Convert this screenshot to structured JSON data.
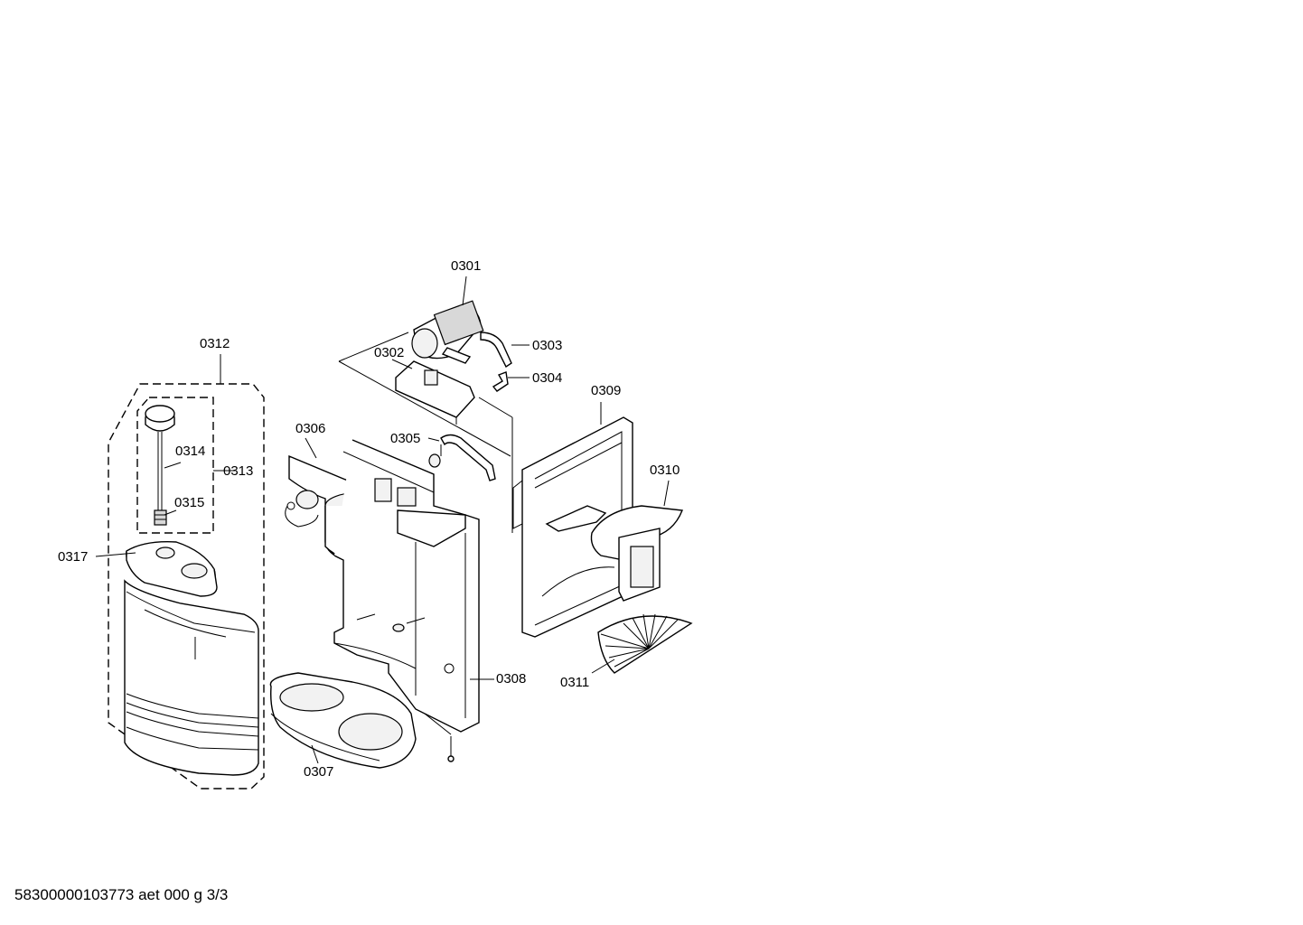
{
  "labels": {
    "p0301": "0301",
    "p0302": "0302",
    "p0303": "0303",
    "p0304": "0304",
    "p0305": "0305",
    "p0306": "0306",
    "p0307": "0307",
    "p0308": "0308",
    "p0309": "0309",
    "p0310": "0310",
    "p0311": "0311",
    "p0312": "0312",
    "p0313": "0313",
    "p0314": "0314",
    "p0315": "0315",
    "p0317": "0317"
  },
  "footer": "58300000103773 aet 000 g 3/3"
}
